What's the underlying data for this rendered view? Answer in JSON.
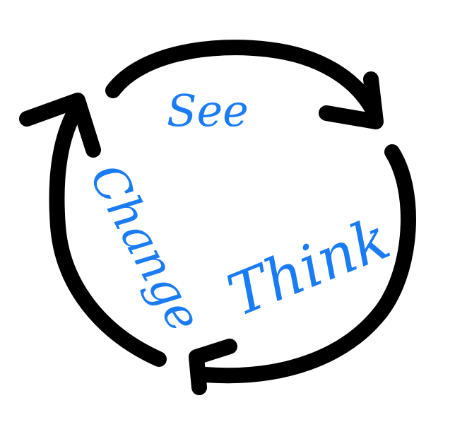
{
  "colors": {
    "arrow": "#000000",
    "text": "#1a7cf5",
    "background": "#ffffff"
  },
  "cycle": {
    "steps": [
      {
        "label": "See"
      },
      {
        "label": "Think"
      },
      {
        "label": "Change"
      }
    ]
  }
}
